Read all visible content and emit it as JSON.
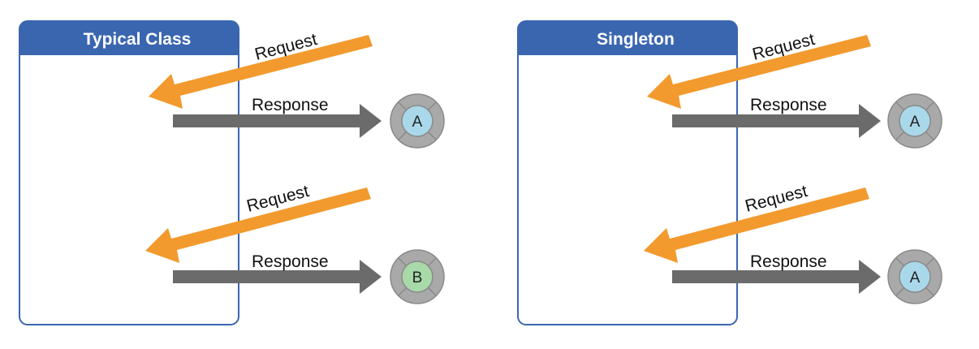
{
  "colors": {
    "header": "#3a66b0",
    "frame_border": "#3a66b0",
    "request_arrow": "#f29a2e",
    "response_arrow": "#6b6b6b",
    "node_ring": "#a9a9a9",
    "node_ring_stroke": "#8a8a8a",
    "node_a_fill": "#a9d8ea",
    "node_b_fill": "#a8d9a8"
  },
  "panels": [
    {
      "title": "Typical Class",
      "rows": [
        {
          "request_label": "Request",
          "response_label": "Response",
          "node_label": "A",
          "node_color": "node_a_fill"
        },
        {
          "request_label": "Request",
          "response_label": "Response",
          "node_label": "B",
          "node_color": "node_b_fill"
        }
      ]
    },
    {
      "title": "Singleton",
      "rows": [
        {
          "request_label": "Request",
          "response_label": "Response",
          "node_label": "A",
          "node_color": "node_a_fill"
        },
        {
          "request_label": "Request",
          "response_label": "Response",
          "node_label": "A",
          "node_color": "node_a_fill"
        }
      ]
    }
  ]
}
